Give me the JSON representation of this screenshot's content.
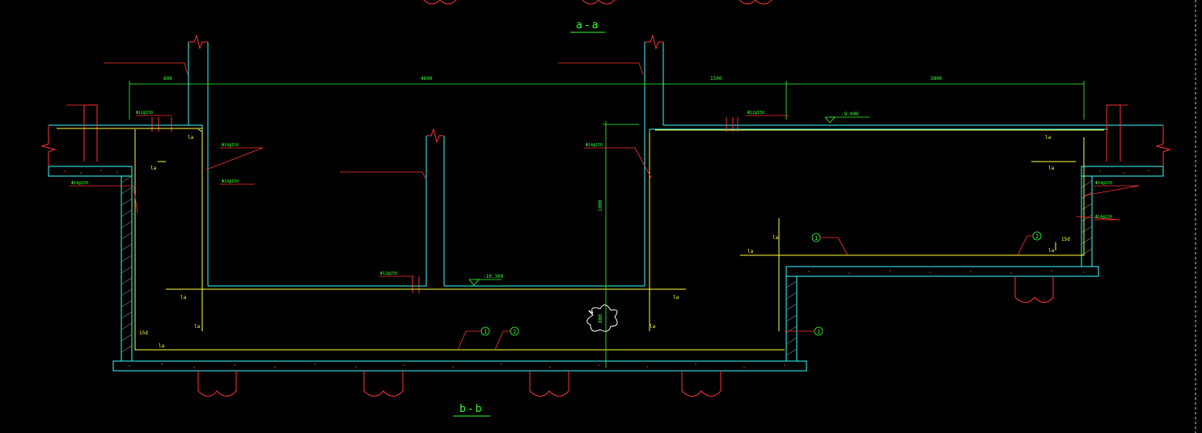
{
  "titles": {
    "top": "a-a",
    "bottom": "b-b"
  },
  "dimensions": {
    "d1": "800",
    "d2": "4600",
    "d3": "1500",
    "d4": "3800",
    "vertical": "1000",
    "pile": "800"
  },
  "elevations": {
    "top_right": "-9.000",
    "bottom_middle": "-10.300"
  },
  "rebar_labels": {
    "left_top": "Φ12@150",
    "right_top": "Φ12@150",
    "middle_bottom": "Φ12@150",
    "left_wall_1": "Φ14@150",
    "left_wall_2": "Φ14@150",
    "left_side": "Φ14@150",
    "mid_wall": "Φ14@150",
    "right_side": "Φ14@150",
    "right_side_2": "Φ14@150"
  },
  "la_labels": {
    "la": "la",
    "l15d": "15d"
  },
  "markers": {
    "m1": "1",
    "m2": "2"
  },
  "colors": {
    "background": "#000000",
    "line_cyan": "#33ffff",
    "line_red": "#ff3333",
    "line_green": "#33ff33",
    "line_yellow": "#ffff33"
  }
}
